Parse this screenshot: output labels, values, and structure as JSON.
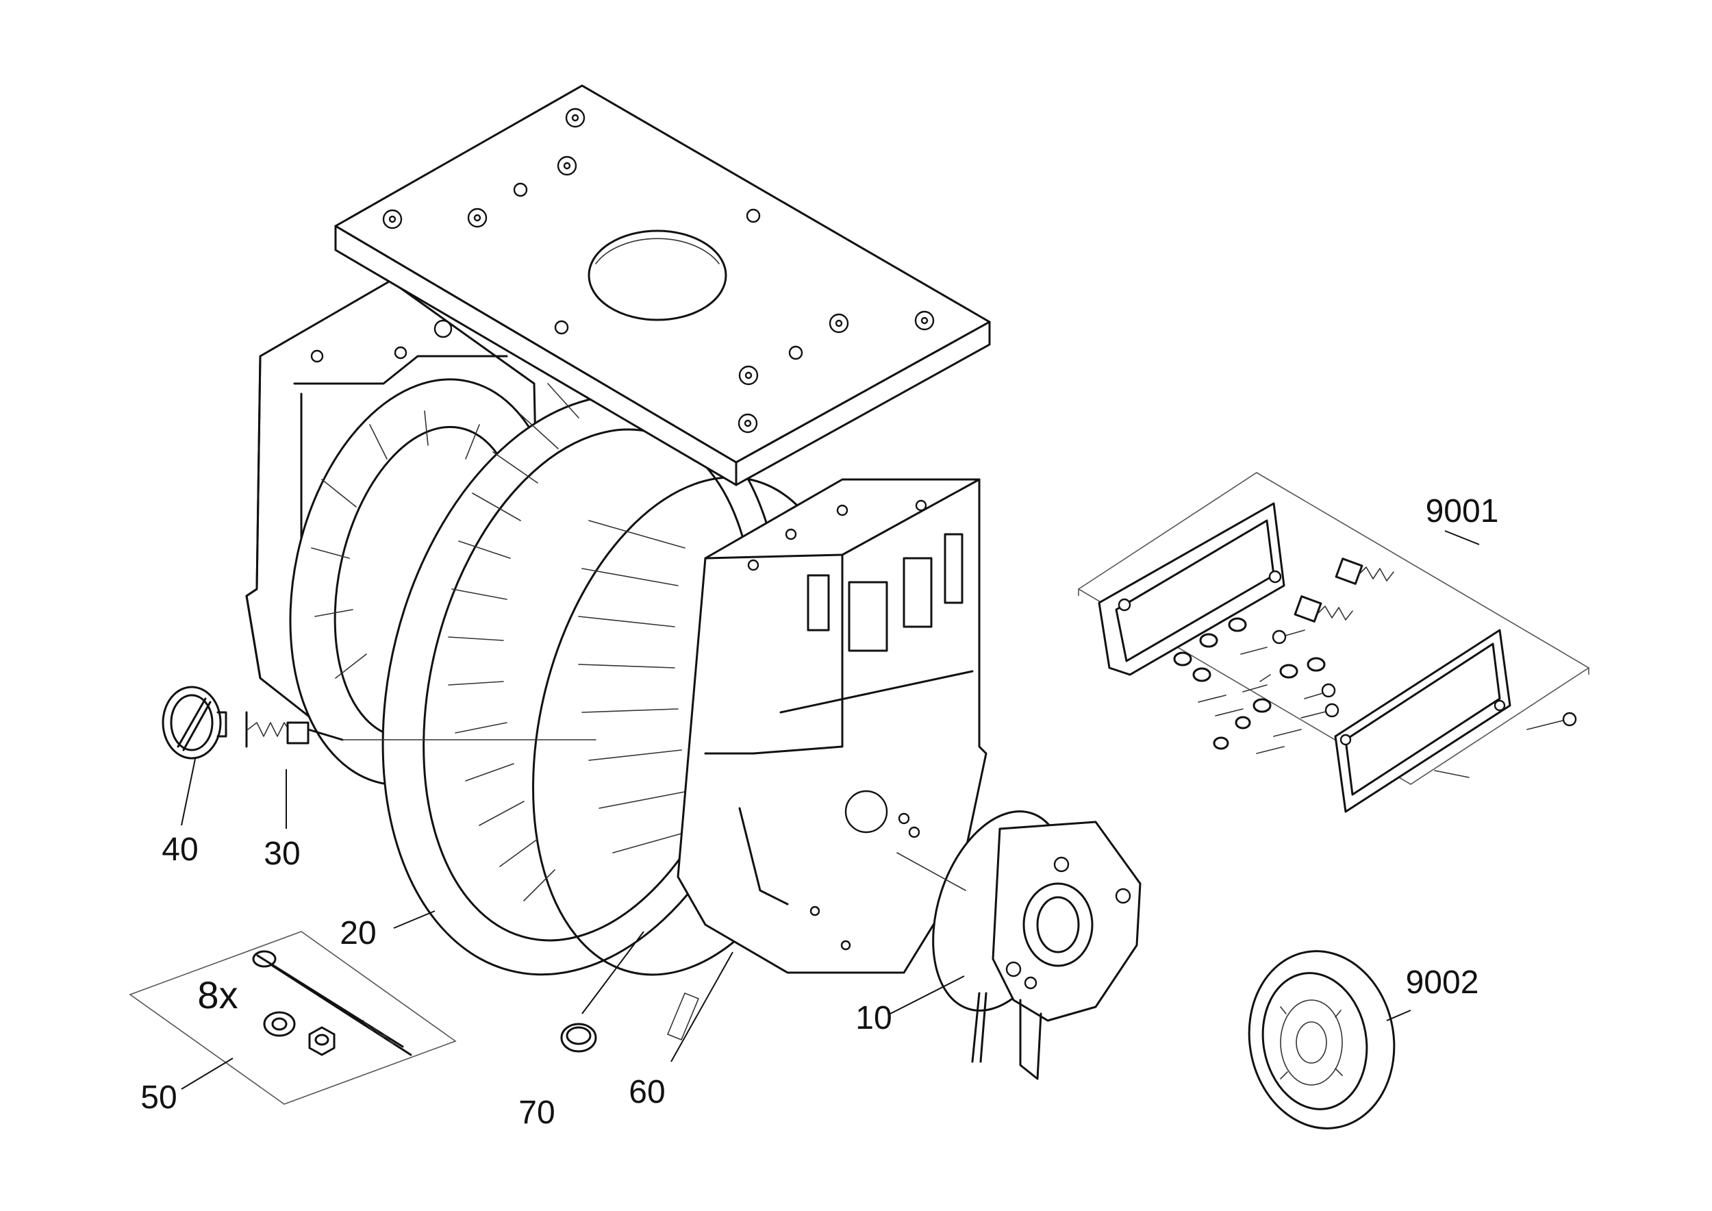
{
  "diagram": {
    "labels": {
      "p10": "10",
      "p20": "20",
      "p30": "30",
      "p40": "40",
      "p50": "50",
      "p60": "60",
      "p70": "70",
      "p9001": "9001",
      "p9002": "9002",
      "multiplier": "8x"
    }
  }
}
